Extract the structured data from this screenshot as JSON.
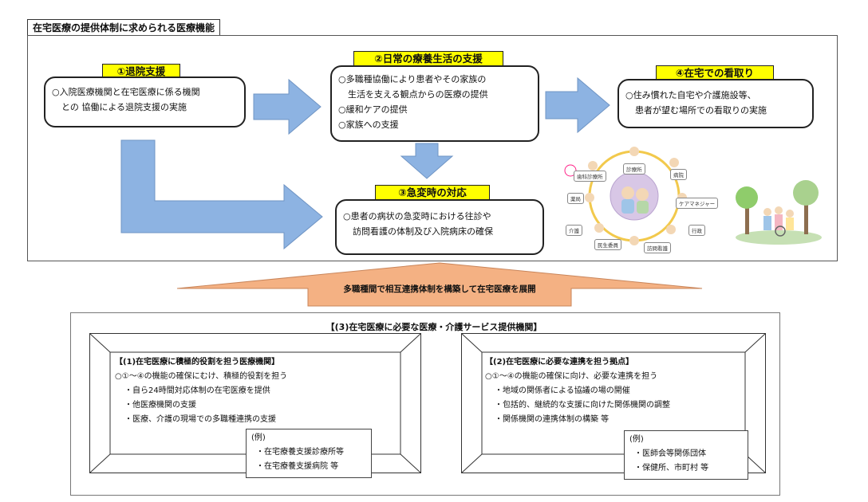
{
  "title": "在宅医療の提供体制に求められる医療機能",
  "functions": [
    {
      "label": "①退院支援",
      "lines": [
        "○入院医療機関と在宅医療に係る機関",
        "との 協働による退院支援の実施"
      ]
    },
    {
      "label": "②日常の療養生活の支援",
      "lines": [
        "○多職種協働により患者やその家族の",
        "生活を支える観点からの医療の提供",
        "○緩和ケアの提供",
        "○家族への支援"
      ]
    },
    {
      "label": "③急変時の対応",
      "lines": [
        "○患者の病状の急変時における往診や",
        "訪問看護の体制及び入院病床の確保"
      ]
    },
    {
      "label": "④在宅での看取り",
      "lines": [
        "○住み慣れた自宅や介護施設等、",
        "患者が望む場所での看取りの実施"
      ]
    }
  ],
  "network_labels": [
    "歯科診療所",
    "病院",
    "診療所",
    "薬局",
    "ケアマネジャー",
    "介護",
    "行政",
    "民生委員",
    "訪問看護"
  ],
  "banner": "多職種間で相互連携体制を構築して在宅医療を展開",
  "lower_title": "【(3)在宅医療に必要な医療・介護サービス提供機関】",
  "panels": [
    {
      "heading": "【(1)在宅医療に積極的役割を担う医療機関】",
      "lines": [
        "○①～④の機能の確保にむけ、積極的役割を担う",
        "・自ら24時間対応体制の在宅医療を提供",
        "・他医療機関の支援",
        "・医療、介護の現場での多職種連携の支援"
      ],
      "note_title": "(例)",
      "note_lines": [
        "・在宅療養支援診療所等",
        "・在宅療養支援病院 等"
      ]
    },
    {
      "heading": "【(2)在宅医療に必要な連携を担う拠点】",
      "lines": [
        "○①～④の機能の確保に向け、必要な連携を担う",
        "・地域の関係者による協議の場の開催",
        "・包括的、継続的な支援に向けた関係機関の調整",
        "・関係機関の連携体制の構築 等"
      ],
      "note_title": "(例)",
      "note_lines": [
        "・医師会等関係団体",
        "・保健所、市町村 等"
      ]
    }
  ],
  "colors": {
    "yellow": "#ffff00",
    "blue_arrow": "#8db3e2",
    "orange_arrow": "#f4b183"
  }
}
